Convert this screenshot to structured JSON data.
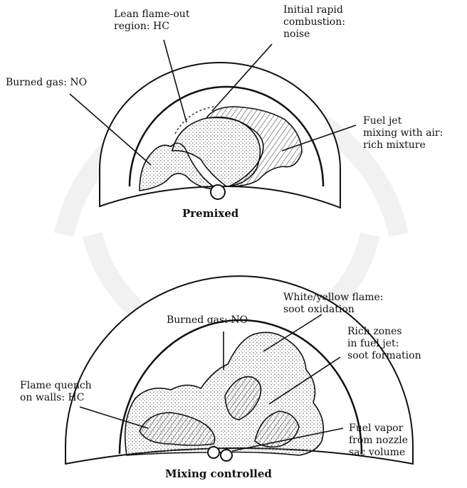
{
  "diagrams": [
    {
      "title": "Premixed",
      "labels": {
        "lean_flameout": [
          "Lean flame-out",
          "region: HC"
        ],
        "initial_rapid": [
          "Initial rapid",
          "combustion:",
          "noise"
        ],
        "burned_gas": [
          "Burned gas: NO"
        ],
        "fuel_jet": [
          "Fuel jet",
          "mixing with air:",
          "rich mixture"
        ]
      }
    },
    {
      "title": "Mixing controlled",
      "labels": {
        "white_yellow": [
          "White/yellow flame:",
          "soot oxidation"
        ],
        "burned_gas": [
          "Burned gas: NO"
        ],
        "rich_zones": [
          "Rich zones",
          "in fuel jet:",
          "soot formation"
        ],
        "flame_quench": [
          "Flame quench",
          "on walls: HC"
        ],
        "fuel_vapor": [
          "Fuel vapor",
          "from nozzle",
          "sac volume"
        ]
      }
    }
  ],
  "colors": {
    "ink": "#111111",
    "hatch": "#555555",
    "paper": "#ffffff",
    "watermark": "#f1f1f1"
  }
}
